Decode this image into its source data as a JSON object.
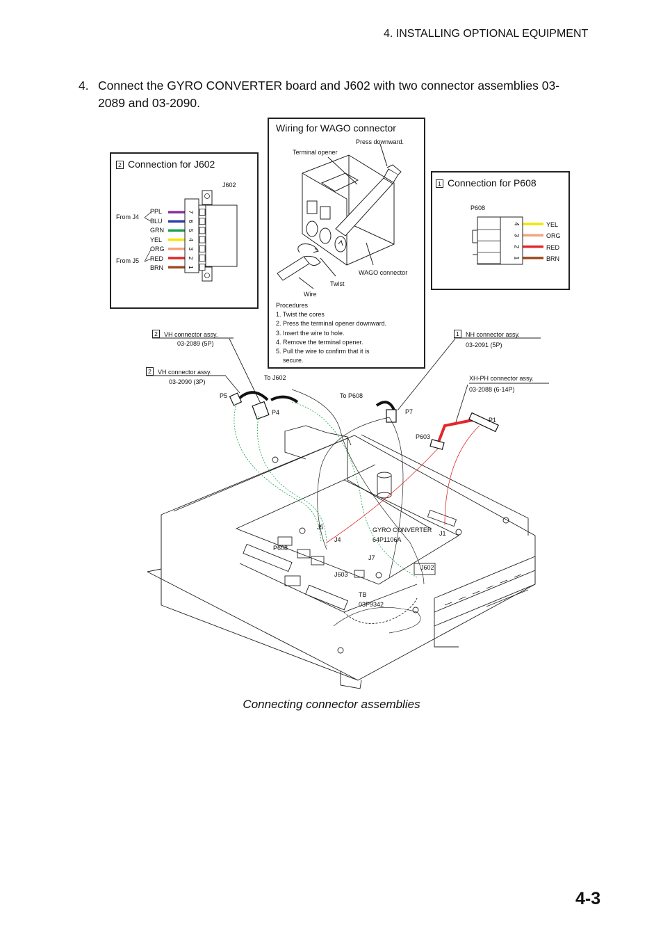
{
  "header": {
    "section": "4. INSTALLING OPTIONAL EQUIPMENT"
  },
  "step": {
    "number": "4.",
    "text": "Connect the GYRO CONVERTER board and J602 with two connector assemblies 03-2089 and 03-2090."
  },
  "j602_box": {
    "badge": "2",
    "title": "Connection for J602",
    "connector": "J602",
    "from_j4": "From J4",
    "from_j5": "From J5",
    "pins": [
      "7",
      "6",
      "5",
      "4",
      "3",
      "2",
      "1"
    ],
    "wires": [
      {
        "label": "PPL",
        "color": "#8B2FA0"
      },
      {
        "label": "BLU",
        "color": "#2B3FA8"
      },
      {
        "label": "GRN",
        "color": "#16A34A"
      },
      {
        "label": "YEL",
        "color": "#F2E600"
      },
      {
        "label": "ORG",
        "color": "#F2A37C"
      },
      {
        "label": "RED",
        "color": "#E3262B"
      },
      {
        "label": "BRN",
        "color": "#9A4A1E"
      }
    ]
  },
  "wago_box": {
    "title": "Wiring for WAGO connector",
    "press": "Press downward.",
    "opener": "Terminal opener",
    "wago": "WAGO connector",
    "twist": "Twist",
    "wire": "Wire",
    "procedures_title": "Procedures",
    "procedures": [
      "1. Twist the cores",
      "2. Press the terminal opener downward.",
      "3. Insert the wire to hole.",
      "4. Remove the terminal opener.",
      "5. Pull the wire to confirm that it is",
      "    secure."
    ]
  },
  "p608_box": {
    "badge": "1",
    "title": "Connection for P608",
    "connector": "P608",
    "pins": [
      "4",
      "3",
      "2",
      "1"
    ],
    "wires": [
      {
        "label": "YEL",
        "color": "#F2E600"
      },
      {
        "label": "ORG",
        "color": "#F2A37C"
      },
      {
        "label": "RED",
        "color": "#E3262B"
      },
      {
        "label": "BRN",
        "color": "#9A4A1E"
      }
    ]
  },
  "callouts": {
    "vh5_badge": "2",
    "vh5_name": "VH connector assy.",
    "vh5_code": "03-2089 (5P)",
    "vh3_badge": "2",
    "vh3_name": "VH connector assy.",
    "vh3_code": "03-2090 (3P)",
    "nh_badge": "1",
    "nh_name": "NH connector assy.",
    "nh_code": "03-2091 (5P)",
    "xh_name": "XH-PH connector assy.",
    "xh_code": "03-2088 (6-14P)"
  },
  "assembly_labels": {
    "to_j602": "To J602",
    "to_p608": "To P608",
    "p5": "P5",
    "p4": "P4",
    "p7": "P7",
    "p1": "P1",
    "p603": "P603",
    "j5": "J5",
    "j4": "J4",
    "j1": "J1",
    "j7": "J7",
    "p608": "P608",
    "j603": "J603",
    "j602": "J602",
    "gyro": "GYRO CONVERTER",
    "gyro_code": "64P1106A",
    "tb": "TB",
    "tb_code": "03P9342"
  },
  "caption": "Connecting connector assemblies",
  "page_number": "4-3"
}
